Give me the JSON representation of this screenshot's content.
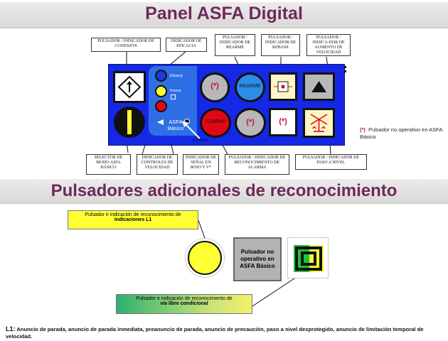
{
  "titles": {
    "panel": "Panel  ASFA Digital",
    "additional": "Pulsadores adicionales de reconocimiento"
  },
  "labels": {
    "conexion": "PULSADOR / INDICADOR DE CONEXIÓN",
    "eficacia": "INDICADOR DE EFICACIA",
    "rearme": "PULSADOR / INDICADOR DE REARME",
    "rebase": "PULSADOR / INDICADOR DE REBASE",
    "aumento": "PULSADOR / INDICA-DOR DE AUMENTO DE VELOCIDAD",
    "selector": "SELECTOR DE MODO ASFA BÁSICO",
    "controles": "INDICADOR DE CONTROLES DE VELOCIDAD",
    "senal": "INDICADOR DE SEÑAL EN ROJO Y V*",
    "alarma": "PULSADOR / INDICADOR DE RECONOCIMIENTO DE ALARMA",
    "paso_nivel": "PULSADOR / INDICADOR DE PASO A NIVEL"
  },
  "panel": {
    "eficacia_text": "Eficacia",
    "frenos_text": "Frenos",
    "asfa_text": "ASFA",
    "basico_text": "Básico",
    "sonería": "SONERÍA",
    "rearme_text": "REARME",
    "alarma_text": "ALARMA",
    "star": "(*)"
  },
  "note": {
    "mark": "(*)",
    "text": "Pulsador no operativo en ASFA Básico"
  },
  "additional": {
    "l1_label_line1": "Pulsador e indicación de reconocimiento de",
    "l1_label_line2": "indicaciones L1",
    "grey_text": "Pulsador no operativo en ASFA Básico",
    "vl_label_line1": "Pulsador e indicación de reconocimiento de",
    "vl_label_line2": "vía libre condicional"
  },
  "footer": {
    "key": "L1:",
    "text": "Anuncio de parada, anuncio de parada inmediata, preanuncio de parada, anuncio de precaución, paso a nivel desprotegido, anuncio de limitación temporal de velocidad."
  },
  "colors": {
    "title": "#6e2a5a",
    "panel_blue": "#1428e6",
    "alarm_red": "#e30613",
    "yellow": "#ffff33",
    "green": "#19c53a"
  }
}
